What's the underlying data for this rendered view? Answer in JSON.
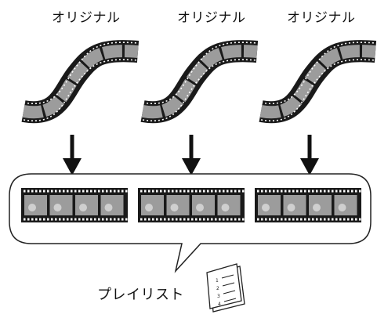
{
  "labels": {
    "original_1": "オリジナル",
    "original_2": "オリジナル",
    "original_3": "オリジナル",
    "playlist": "プレイリスト"
  },
  "playlist_icon": {
    "icon": "numbered-list-document-icon",
    "lines": [
      "1",
      "2",
      "3",
      "4"
    ]
  },
  "colors": {
    "film": "#1a1a1a",
    "frame": "#9c9c9c",
    "sprocket": "#ffffff",
    "arrow": "#111111",
    "bubble_stroke": "#222222"
  }
}
